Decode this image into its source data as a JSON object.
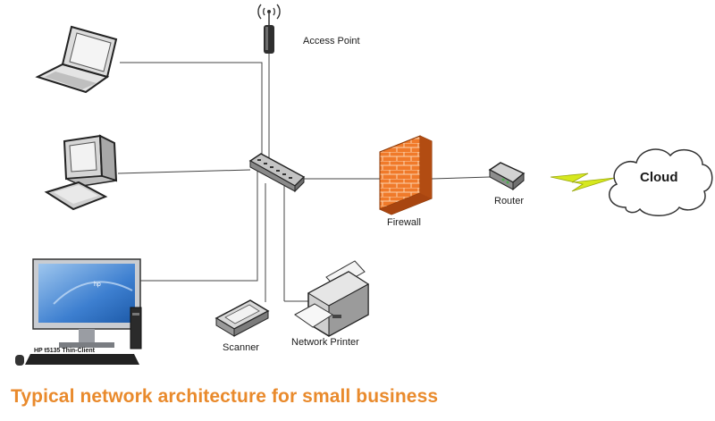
{
  "labels": {
    "access_point": "Access Point",
    "firewall": "Firewall",
    "router": "Router",
    "cloud": "Cloud",
    "scanner": "Scanner",
    "network_printer": "Network Printer",
    "thin_client": "HP t5135 Thin-Client"
  },
  "caption": "Typical network architecture for small business",
  "colors": {
    "caption": "#e98a2c",
    "firewall": "#f07a2a",
    "wireless_link": "#d6e81e",
    "line": "#444444"
  },
  "icons": [
    "laptop-icon",
    "desktop-pc-icon",
    "thin-client-icon",
    "access-point-icon",
    "network-switch-icon",
    "firewall-icon",
    "router-icon",
    "cloud-icon",
    "scanner-icon",
    "printer-icon",
    "wireless-link-icon"
  ]
}
